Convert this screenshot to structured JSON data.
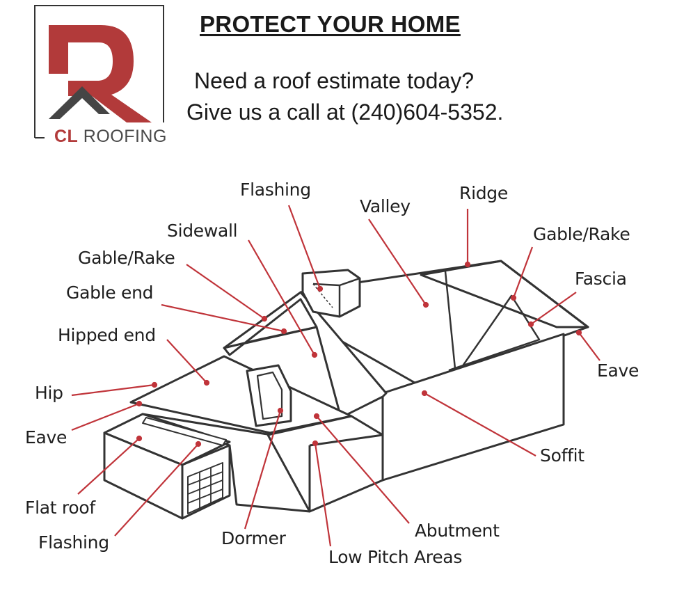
{
  "logo": {
    "brand_bold": "CL",
    "brand_rest": " ROOFING",
    "colors": {
      "red": "#b23a3a",
      "charcoal": "#454545"
    }
  },
  "header": {
    "headline": "PROTECT YOUR HOME",
    "line1": "Need a roof estimate today?",
    "line2": "Give us a call at (240)604-5352."
  },
  "diagram": {
    "leader_color": "#c0343a",
    "labels": {
      "flashing_chimney": "Flashing",
      "valley": "Valley",
      "ridge": "Ridge",
      "sidewall": "Sidewall",
      "gable_rake_left": "Gable/Rake",
      "gable_rake_right": "Gable/Rake",
      "gable_end": "Gable end",
      "fascia": "Fascia",
      "hipped_end": "Hipped end",
      "eave_right": "Eave",
      "hip": "Hip",
      "eave_left": "Eave",
      "soffit": "Soffit",
      "flat_roof": "Flat roof",
      "flashing_garage": "Flashing",
      "dormer": "Dormer",
      "abutment": "Abutment",
      "low_pitch": "Low Pitch Areas"
    }
  }
}
